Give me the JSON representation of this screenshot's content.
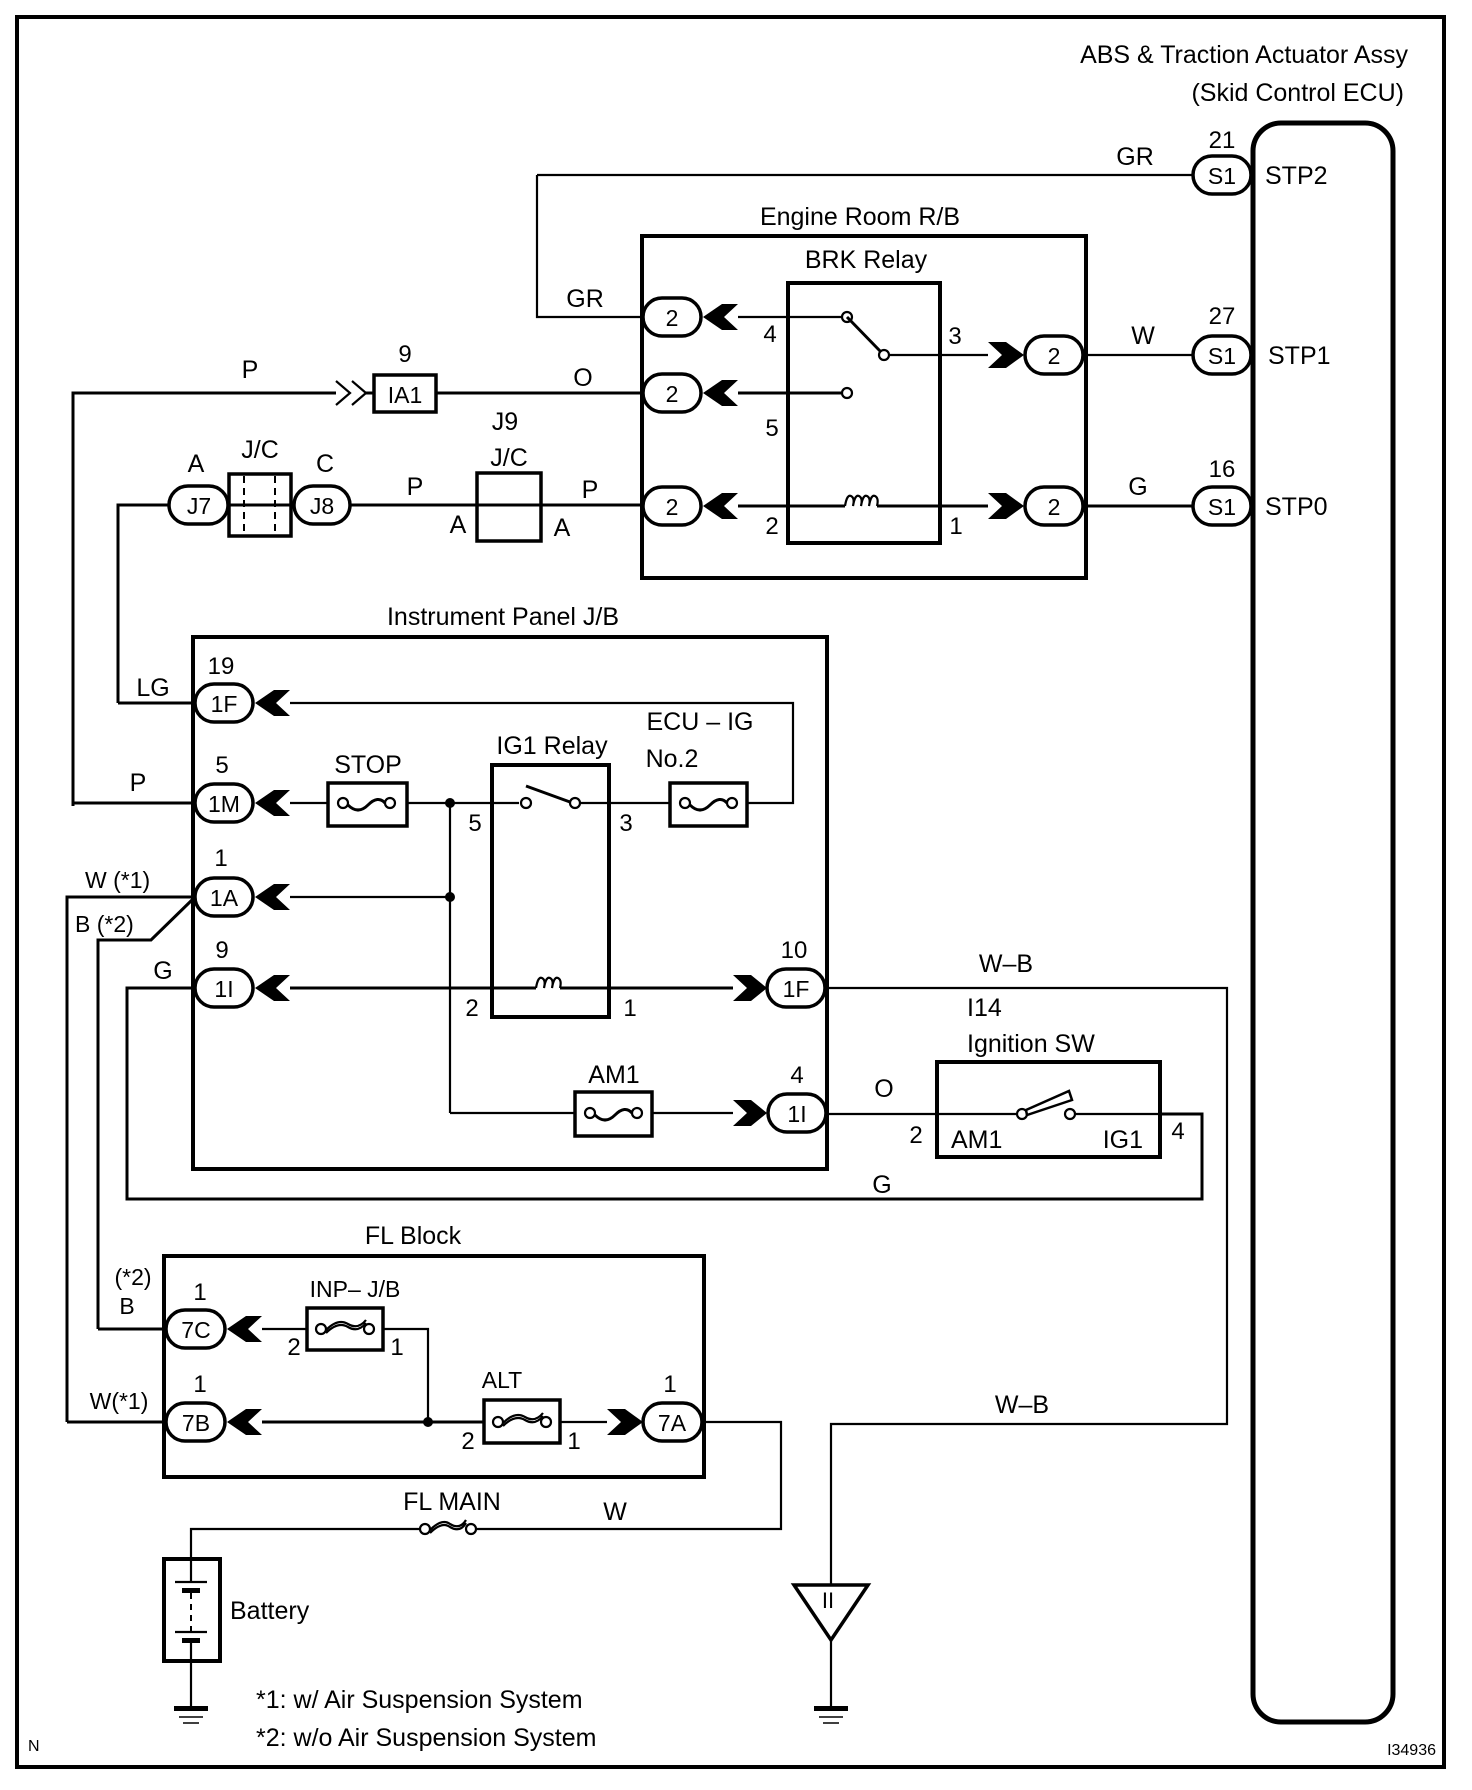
{
  "diagram": {
    "figure_id": "I34936",
    "corner_mark": "N",
    "ecu": {
      "title_line1": "ABS & Traction Actuator Assy",
      "title_line2": "(Skid Control ECU)",
      "terminals": [
        {
          "pin": "21",
          "connector": "S1",
          "signal": "STP2",
          "wire_color": "GR"
        },
        {
          "pin": "27",
          "connector": "S1",
          "signal": "STP1",
          "wire_color": "W"
        },
        {
          "pin": "16",
          "connector": "S1",
          "signal": "STP0",
          "wire_color": "G"
        }
      ]
    },
    "engine_room_rb": {
      "title": "Engine Room R/B",
      "relay_title": "BRK Relay",
      "connector": "2",
      "relay_pins": {
        "p4": "4",
        "p3": "3",
        "p5": "5",
        "p2": "2",
        "p1": "1"
      },
      "wire_gr": "GR",
      "wire_o": "O",
      "wire_p": "P"
    },
    "ia1": {
      "pin": "9",
      "connector": "IA1",
      "wire_in": "P"
    },
    "jc_left": {
      "title": "J/C",
      "left_label": "A",
      "right_label": "C",
      "left_conn": "J7",
      "right_conn": "J8",
      "wire": "P"
    },
    "j9": {
      "id": "J9",
      "title": "J/C",
      "left_label": "A",
      "right_label": "A"
    },
    "instrument_panel_jb": {
      "title": "Instrument Panel J/B",
      "c1f19": {
        "pin": "19",
        "conn": "1F",
        "wire": "LG"
      },
      "c1m5": {
        "pin": "5",
        "conn": "1M",
        "wire": "P"
      },
      "c1a1": {
        "pin": "1",
        "conn": "1A",
        "wire_w": "W (*1)",
        "wire_b": "B  (*2)"
      },
      "c1i9": {
        "pin": "9",
        "conn": "1I",
        "wire": "G"
      },
      "c1f10": {
        "pin": "10",
        "conn": "1F",
        "wire": "W–B"
      },
      "c1i4": {
        "pin": "4",
        "conn": "1I",
        "wire": "O"
      },
      "stop_fuse": "STOP",
      "ig1_relay": {
        "title": "IG1 Relay",
        "p5": "5",
        "p3": "3",
        "p2": "2",
        "p1": "1"
      },
      "ecu_ig_fuse_l1": "ECU – IG",
      "ecu_ig_fuse_l2": "No.2",
      "am1_fuse": "AM1"
    },
    "ignition_sw": {
      "id": "I14",
      "title": "Ignition SW",
      "left_pin": "2",
      "right_pin": "4",
      "left_term": "AM1",
      "right_term": "IG1",
      "g_wire": "G"
    },
    "fl_block": {
      "title": "FL Block",
      "c7c": {
        "pin": "1",
        "conn": "7C",
        "wire_note": "(*2)",
        "wire": "B"
      },
      "c7b": {
        "pin": "1",
        "conn": "7B",
        "wire": "W(*1)"
      },
      "c7a": {
        "pin": "1",
        "conn": "7A"
      },
      "inp_fuse": {
        "label": "INP– J/B",
        "p2": "2",
        "p1": "1"
      },
      "alt_fuse": {
        "label": "ALT",
        "p2": "2",
        "p1": "1"
      }
    },
    "fl_main": {
      "label": "FL MAIN",
      "wire": "W"
    },
    "battery": {
      "label": "Battery"
    },
    "ground_wb": {
      "wire": "W–B",
      "ground_point": "II"
    },
    "footnotes": [
      "*1: w/ Air Suspension System",
      "*2: w/o Air Suspension System"
    ]
  }
}
